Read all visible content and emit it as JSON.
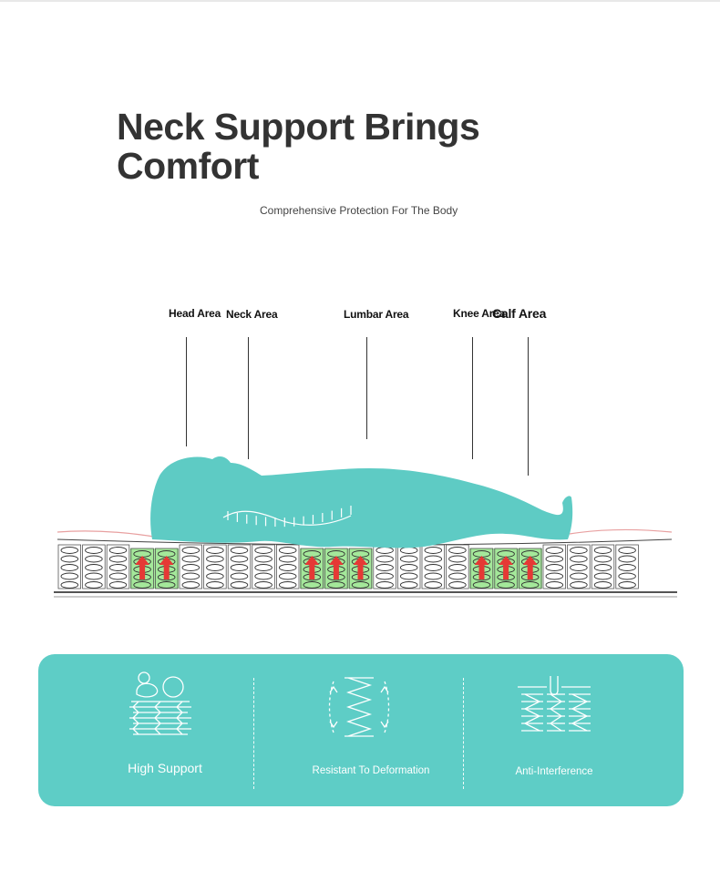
{
  "header": {
    "title_line1": "Neck Support Brings",
    "title_line2": "Comfort",
    "subtitle": "Comprehensive Protection For The Body"
  },
  "areas": [
    {
      "label": "Head Area"
    },
    {
      "label": "Neck Area"
    },
    {
      "label": "Lumbar Area"
    },
    {
      "label": "Knee Area"
    },
    {
      "label": "Calf Area"
    }
  ],
  "colors": {
    "teal": "#5ecdc6",
    "body_silhouette": "#5ecbc4",
    "support_zone": "#a4e89a",
    "arrow": "#e53935",
    "title": "#333333"
  },
  "features": [
    {
      "label": "High Support",
      "icon": "springs-with-sleeper-icon"
    },
    {
      "label": "Resistant To Deformation",
      "icon": "spring-with-side-arrows-icon"
    },
    {
      "label": "Anti-Interference",
      "icon": "springs-with-pressure-arrow-icon"
    }
  ]
}
